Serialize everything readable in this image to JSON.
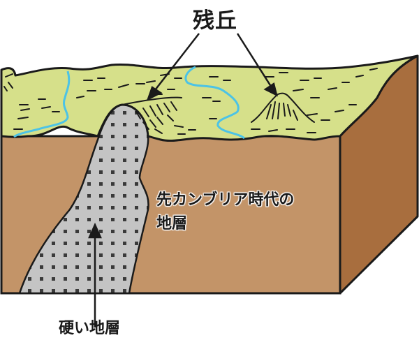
{
  "diagram": {
    "title": "残丘",
    "labels": {
      "monadnock": "残丘",
      "precambrian_strata_line1": "先カンブリア時代の",
      "precambrian_strata_line2": "地層",
      "hard_strata": "硬い地層"
    },
    "colors": {
      "surface": "#d6e08a",
      "front_face": "#c39468",
      "side_face": "#a86e3e",
      "hard_rock": "#c4c4c4",
      "hard_rock_dots": "#3a3a3a",
      "river": "#4cc3e6",
      "outline": "#1a1a1a"
    },
    "icons": [
      "arrow-icon"
    ]
  }
}
